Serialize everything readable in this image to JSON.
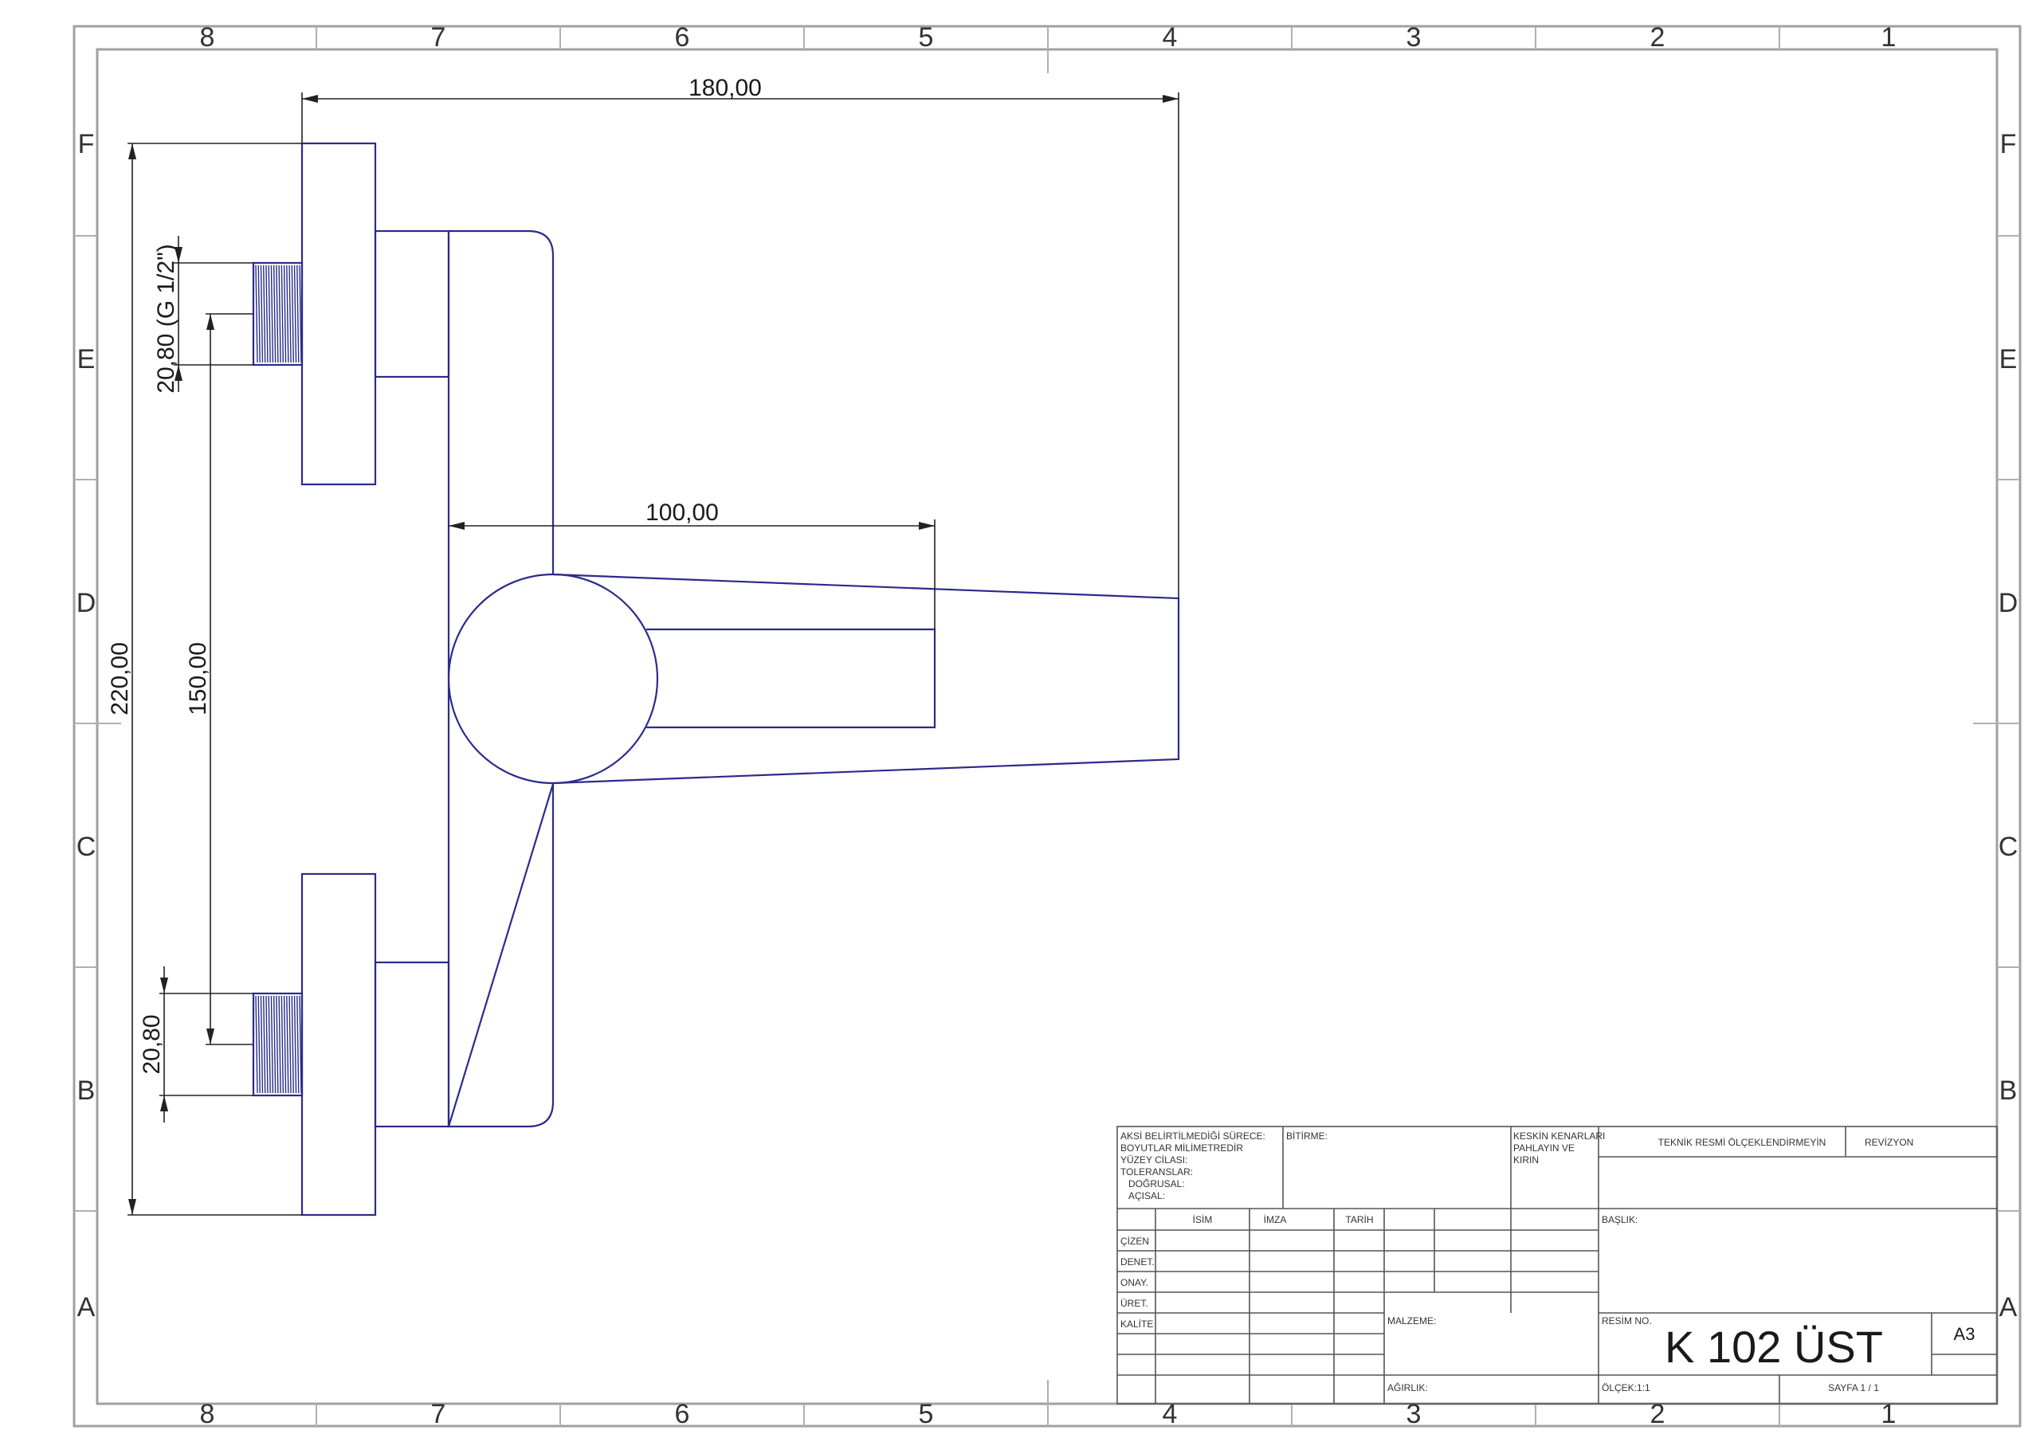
{
  "zones": {
    "columns": [
      "8",
      "7",
      "6",
      "5",
      "4",
      "3",
      "2",
      "1"
    ],
    "rows": [
      "F",
      "E",
      "D",
      "C",
      "B",
      "A"
    ]
  },
  "dimensions": {
    "overall_width": "180,00",
    "lever_length": "100,00",
    "overall_height": "220,00",
    "inlet_spacing": "150,00",
    "thread_top": "20,80 (G 1/2\")",
    "thread_bottom": "20,80"
  },
  "title_block": {
    "notes": [
      "AKSİ BELİRTİLMEDİĞİ SÜRECE:",
      "BOYUTLAR MİLİMETREDİR",
      "YÜZEY CİLASI:",
      "TOLERANSLAR:",
      "DOĞRUSAL:",
      "AÇISAL:"
    ],
    "finish_label": "BİTİRME:",
    "edges_note": [
      "KESKİN KENARLARI",
      "PAHLAYIN VE",
      "KIRIN"
    ],
    "dont_scale": "TEKNİK RESMİ ÖLÇEKLENDİRMEYİN",
    "revision_label": "REVİZYON",
    "col_name": "İSİM",
    "col_sign": "İMZA",
    "col_date": "TARİH",
    "rows": [
      "ÇİZEN",
      "DENET.",
      "ONAY.",
      "ÜRET.",
      "KALİTE"
    ],
    "title_label": "BAŞLIK:",
    "material_label": "MALZEME:",
    "weight_label": "AĞIRLIK:",
    "drawing_no_label": "RESİM NO.",
    "drawing_no": "K 102 ÜST",
    "sheet_size": "A3",
    "scale": "ÖLÇEK:1:1",
    "sheet": "SAYFA 1 / 1"
  }
}
